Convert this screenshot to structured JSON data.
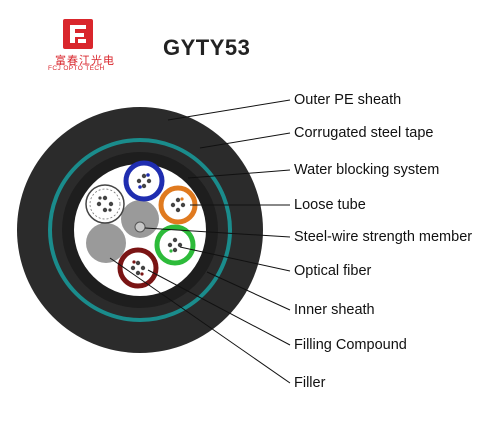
{
  "brand": {
    "name_cn": "富春江光电",
    "name_en": "FCJ OPTO TECH",
    "color": "#d9262c"
  },
  "title": "GYTY53",
  "callouts": [
    "Outer PE sheath",
    "Corrugated steel tape",
    "Water blocking system",
    "Loose tube",
    "Steel-wire strength member",
    "Optical fiber",
    "Inner sheath",
    "Filling Compound",
    "Filler"
  ],
  "colors": {
    "outer_sheath": "#2b2b2b",
    "steel_tape_ring": "#1a8c8c",
    "inner_sheath": "#1e1e1e",
    "core_fill": "#ffffff",
    "tube_blue": "#1f2db0",
    "tube_orange": "#e07a1f",
    "tube_green": "#2dbb3a",
    "tube_brown": "#7a1414",
    "tube_white": "#ffffff",
    "filler_gray": "#9a9a9a"
  }
}
